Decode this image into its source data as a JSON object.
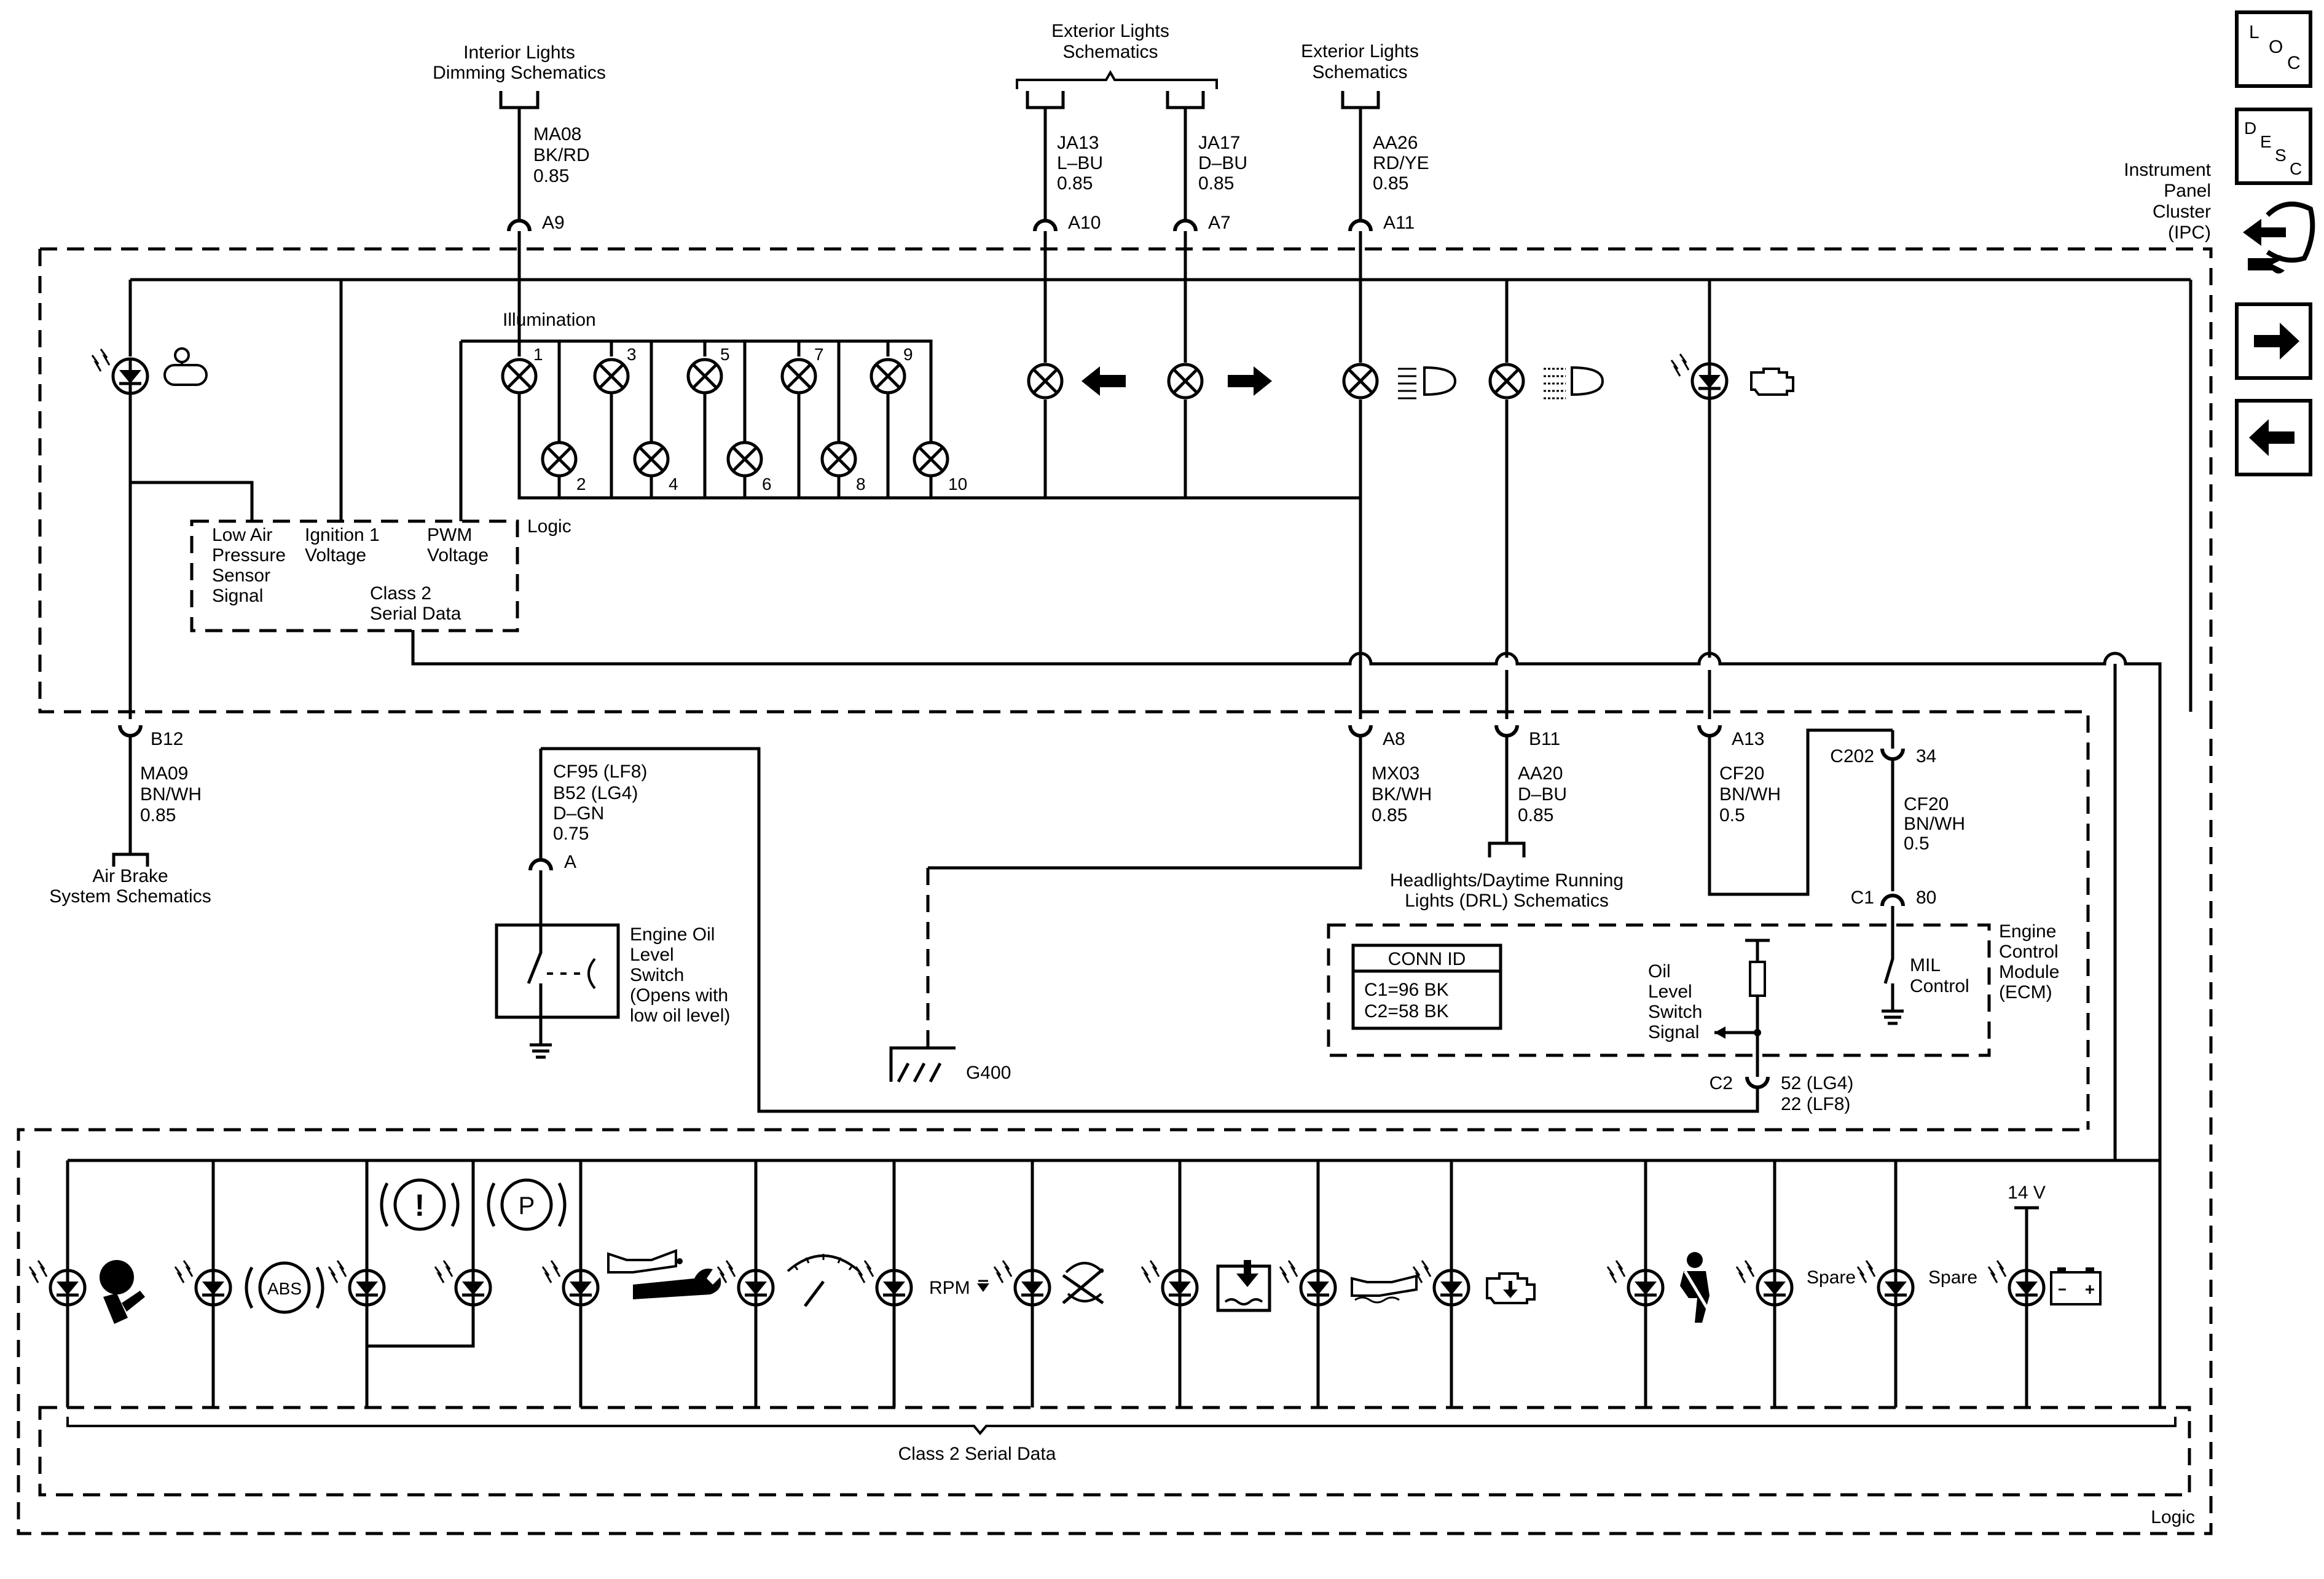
{
  "side_buttons": [
    {
      "name": "loc-button",
      "letters": [
        "L",
        "O",
        "C"
      ]
    },
    {
      "name": "desc-button",
      "letters": [
        "D",
        "E",
        "S",
        "C"
      ]
    },
    {
      "name": "component-icon",
      "letters": []
    },
    {
      "name": "next-arrow-button",
      "letters": []
    },
    {
      "name": "prev-arrow-button",
      "letters": []
    }
  ],
  "ipc_label": [
    "Instrument",
    "Panel",
    "Cluster",
    "(IPC)"
  ],
  "feeds": [
    {
      "title": [
        "Interior Lights",
        "Dimming Schematics"
      ],
      "circuit": [
        "MA08",
        "BK/RD",
        "0.85"
      ],
      "pin": "A9"
    },
    {
      "title": [
        "Exterior Lights",
        "Schematics"
      ],
      "circuit": [
        "JA13",
        "L–BU",
        "0.85"
      ],
      "pin": "A10"
    },
    {
      "title": [],
      "circuit": [
        "JA17",
        "D–BU",
        "0.85"
      ],
      "pin": "A7"
    },
    {
      "title": [
        "Exterior Lights",
        "Schematics"
      ],
      "circuit": [
        "AA26",
        "RD/YE",
        "0.85"
      ],
      "pin": "A11"
    }
  ],
  "illumination": {
    "label": "Illumination",
    "lamps_top": [
      "1",
      "3",
      "5",
      "7",
      "9"
    ],
    "lamps_bottom": [
      "2",
      "4",
      "6",
      "8",
      "10"
    ]
  },
  "logic_box": {
    "label": "Logic",
    "inputs": [
      [
        "Low Air",
        "Pressure",
        "Sensor",
        "Signal"
      ],
      [
        "Ignition 1",
        "Voltage"
      ],
      [
        "PWM",
        "Voltage"
      ],
      [
        "Class 2",
        "Serial Data"
      ]
    ]
  },
  "bottom_pins": [
    {
      "pin": "B12",
      "circuit": [
        "MA09",
        "BN/WH",
        "0.85"
      ],
      "dest": [
        "Air Brake",
        "System Schematics"
      ]
    },
    {
      "pin": "A8",
      "circuit": [
        "MX03",
        "BK/WH",
        "0.85"
      ],
      "dest": []
    },
    {
      "pin": "B11",
      "circuit": [
        "AA20",
        "D–BU",
        "0.85"
      ],
      "dest": [
        "Headlights/Daytime Running",
        "Lights (DRL) Schematics"
      ]
    },
    {
      "pin": "A13",
      "circuit": [
        "CF20",
        "BN/WH",
        "0.5"
      ],
      "dest": []
    }
  ],
  "oil_switch": {
    "circuit": [
      "CF95 (LF8)",
      "B52 (LG4)",
      "D–GN",
      "0.75"
    ],
    "pin": "A",
    "label": [
      "Engine Oil",
      "Level",
      "Switch",
      "(Opens with",
      "low oil level)"
    ]
  },
  "ground": "G400",
  "c202": {
    "connector": "C202",
    "pin": "34",
    "circuit": [
      "CF20",
      "BN/WH",
      "0.5"
    ],
    "c1_label": "C1",
    "c1_pin": "80"
  },
  "ecm": {
    "label": [
      "Engine",
      "Control",
      "Module",
      "(ECM)"
    ],
    "conn_title": "CONN ID",
    "conn_rows": [
      "C1=96 BK",
      "C2=58 BK"
    ],
    "oil_signal": [
      "Oil",
      "Level",
      "Switch",
      "Signal"
    ],
    "mil": [
      "MIL",
      "Control"
    ],
    "c2_label": "C2",
    "c2_pins": [
      "52 (LG4)",
      "22 (LF8)"
    ]
  },
  "indicators": {
    "rpm": "RPM",
    "abs": "ABS",
    "park": "P",
    "brake": "!",
    "spare1": "Spare",
    "spare2": "Spare",
    "v14": "14 V",
    "serial": "Class 2 Serial Data",
    "logic": "Logic"
  }
}
